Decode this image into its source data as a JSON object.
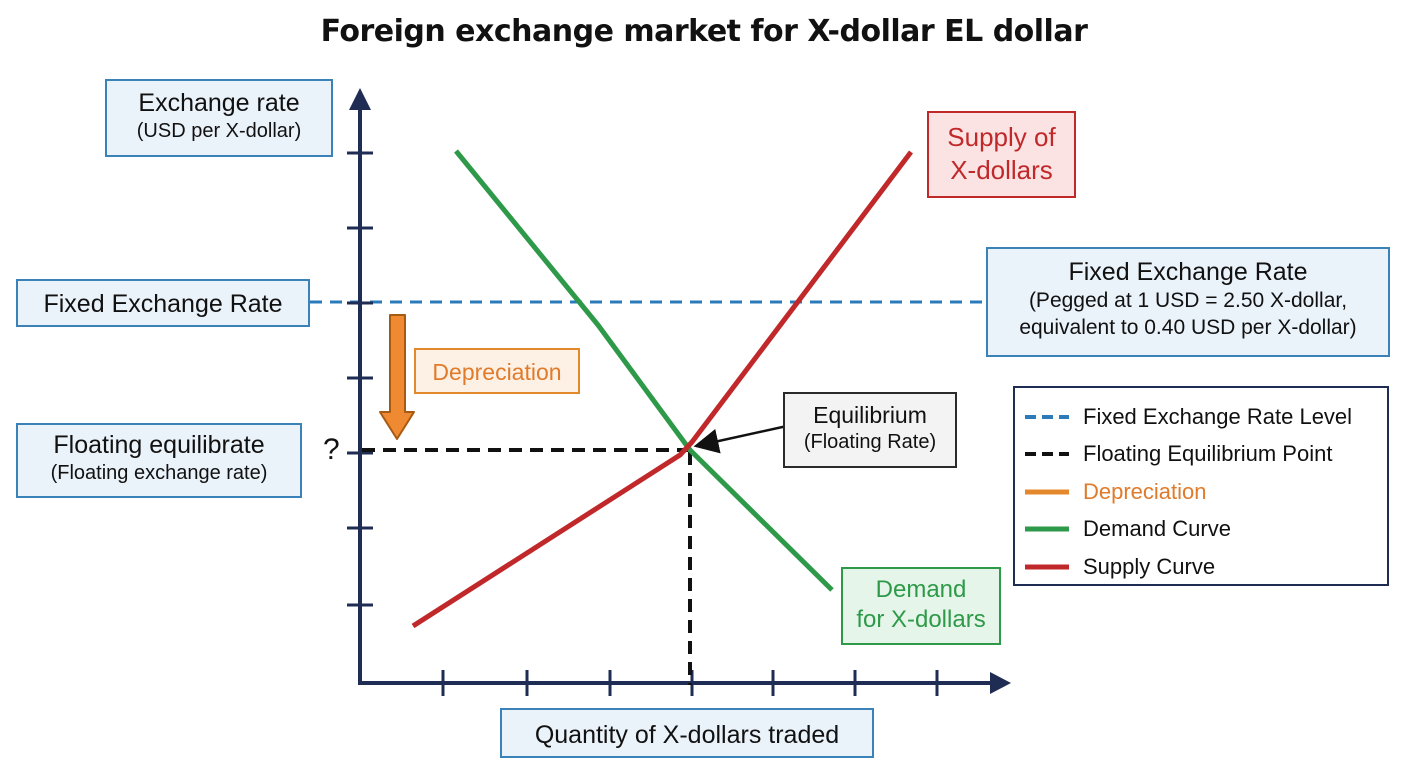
{
  "title": "Foreign exchange market for X-dollar EL dollar",
  "y_axis": {
    "label_line1": "Exchange rate",
    "label_line2": "(USD per X-dollar)"
  },
  "x_axis": {
    "label": "Quantity of X-dollars traded"
  },
  "fixed_rate_left": {
    "label": "Fixed Exchange Rate"
  },
  "fixed_rate_right": {
    "title": "Fixed Exchange Rate",
    "line1": "(Pegged at 1 USD = 2.50 X-dollar,",
    "line2": "equivalent to 0.40 USD per X-dollar)"
  },
  "floating": {
    "line1": "Floating equilibrate",
    "line2": "(Floating exchange rate)",
    "question": "?"
  },
  "supply_label": {
    "line1": "Supply of",
    "line2": "X-dollars"
  },
  "demand_label": {
    "line1": "Demand",
    "line2": "for X-dollars"
  },
  "depreciation_label": "Depreciation",
  "equilibrium_label": {
    "line1": "Equilibrium",
    "line2": "(Floating Rate)"
  },
  "legend": [
    {
      "label": "Fixed Exchange Rate Level",
      "color": "#2b7bbb",
      "style": "dashed"
    },
    {
      "label": "Floating Equilibrium Point",
      "color": "#111111",
      "style": "dashed"
    },
    {
      "label": "Depreciation",
      "color": "#e4882c",
      "style": "solid"
    },
    {
      "label": "Demand Curve",
      "color": "#2e9a49",
      "style": "solid"
    },
    {
      "label": "Supply Curve",
      "color": "#c0282a",
      "style": "solid"
    }
  ],
  "colors": {
    "axis": "#1f2d55",
    "fixed": "#2b7bbb",
    "floating": "#111111",
    "depreciation": "#e4882c",
    "demand": "#2e9a49",
    "supply": "#c0282a"
  }
}
